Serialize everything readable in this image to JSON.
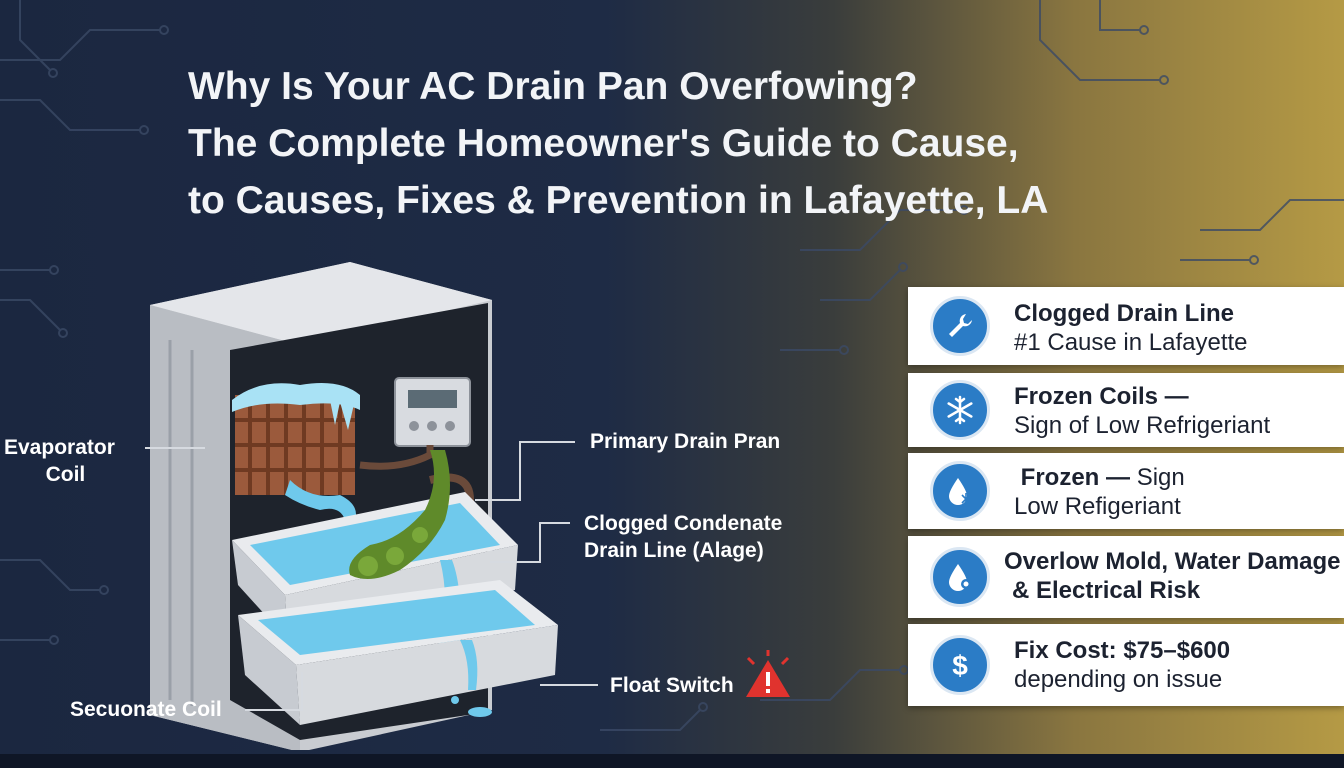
{
  "headline": {
    "line1": "Why Is Your AC Drain Pan Overfowing?",
    "line2": "The Complete Homeowner's Guide to Cause,",
    "line3": "to Causes, Fixes & Prevention in Lafayette, LA"
  },
  "diagram": {
    "callouts": {
      "evaporator_line1": "Evaporator",
      "evaporator_line2": "Coil",
      "primary_drain_pan": "Primary Drain Pran",
      "clogged_line1": "Clogged Condenate",
      "clogged_line2": "Drain Line (Alage)",
      "float_switch": "Float Switch",
      "secondary_coil": "Secuonate Coil"
    }
  },
  "cards": [
    {
      "icon": "wrench-icon",
      "title": "Clogged Drain Line",
      "subtitle": "#1 Cause in Lafayette"
    },
    {
      "icon": "snowflake-icon",
      "title": "Frozen Coils —",
      "subtitle": "Sign of Low Refrigeriant"
    },
    {
      "icon": "water-drop-icon",
      "title": "Frozen —",
      "title_rest": "Sign",
      "subtitle": "Low Refigeriant"
    },
    {
      "icon": "mold-drop-icon",
      "title": "Overlow Mold, Water Damage",
      "subtitle": "& Electrical Risk"
    },
    {
      "icon": "dollar-icon",
      "title": "Fix Cost: $75–$600",
      "subtitle": "depending on issue"
    }
  ],
  "colors": {
    "background_dark": "#1b2740",
    "background_gold": "#b59a45",
    "icon_blue": "#2b7cc6",
    "water": "#6fc9ec",
    "algae": "#5f8a2a",
    "warning_red": "#e0332e"
  }
}
